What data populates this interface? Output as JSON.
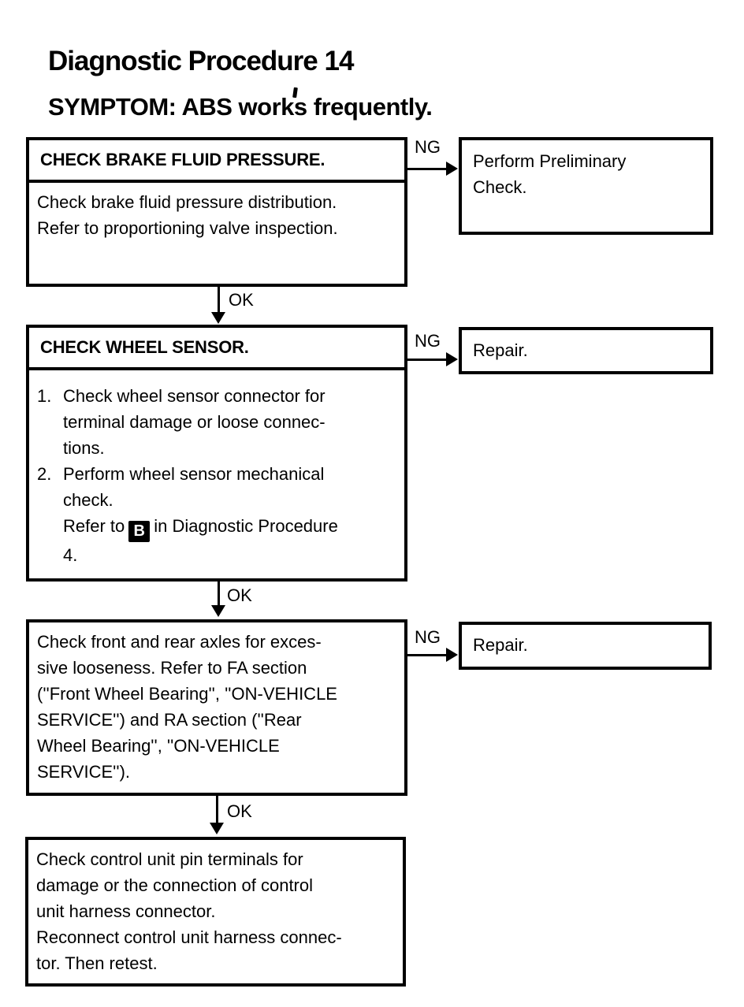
{
  "page": {
    "title": "Diagnostic Procedure 14",
    "symptom": "SYMPTOM: ABS works frequently."
  },
  "connectors": {
    "ng": "NG",
    "ok": "OK"
  },
  "steps": {
    "step1": {
      "header": "CHECK BRAKE FLUID PRESSURE.",
      "lines": [
        "Check brake fluid pressure distribution.",
        "Refer to proportioning valve inspection."
      ],
      "ng_result": {
        "lines": [
          "Perform Preliminary",
          "Check."
        ]
      }
    },
    "step2": {
      "header": "CHECK WHEEL SENSOR.",
      "item1": {
        "num": "1.",
        "lines": [
          "Check wheel sensor connector for",
          "terminal damage or loose connec-",
          "tions."
        ]
      },
      "item2": {
        "num": "2.",
        "line1": "Perform wheel sensor mechanical",
        "line2": "check.",
        "line3_pre": "Refer to",
        "badge": "B",
        "line3_post": "in Diagnostic Procedure",
        "line4": "4."
      },
      "ng_result": {
        "lines": [
          "Repair."
        ]
      }
    },
    "step3": {
      "lines": [
        "Check front and rear axles for exces-",
        "sive looseness. Refer to FA section",
        "(''Front Wheel Bearing'', ''ON-VEHICLE",
        "SERVICE'') and RA section (''Rear",
        "Wheel Bearing'', ''ON-VEHICLE",
        "SERVICE'')."
      ],
      "ng_result": {
        "lines": [
          "Repair."
        ]
      }
    },
    "step4": {
      "lines": [
        "Check control unit pin terminals for",
        "damage or the connection of control",
        "unit harness connector.",
        "Reconnect control unit harness connec-",
        "tor. Then retest."
      ]
    }
  }
}
